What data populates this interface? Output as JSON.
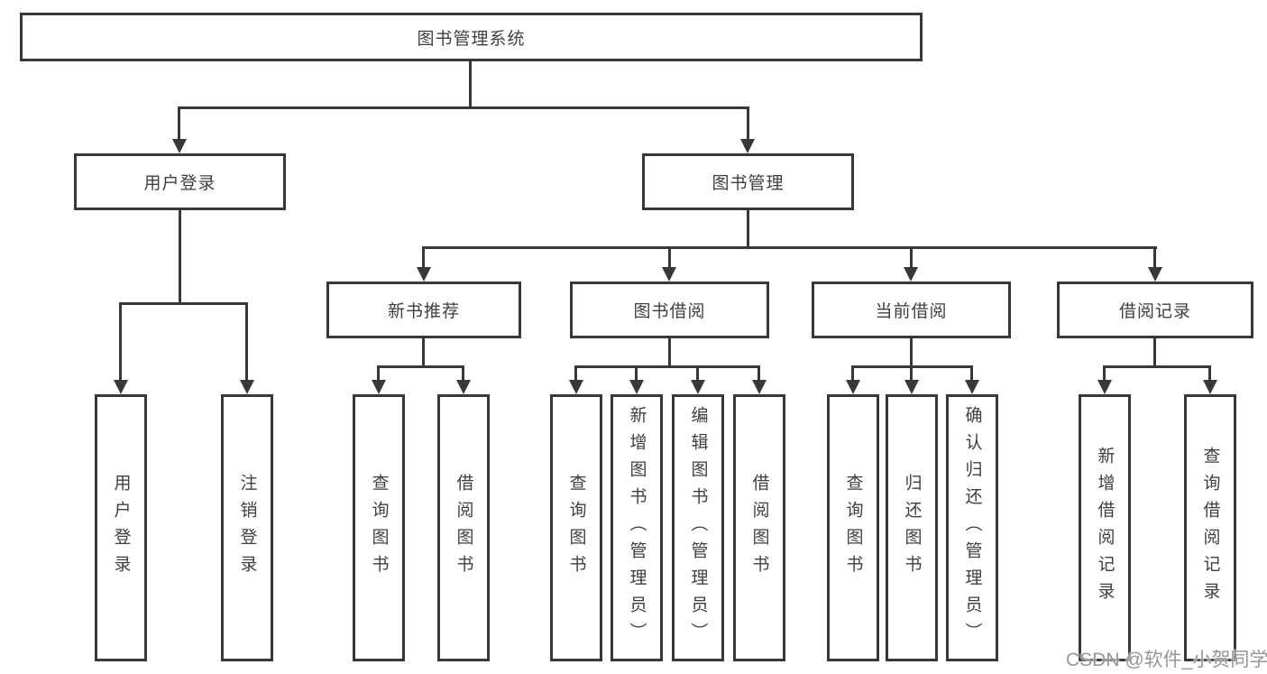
{
  "diagram": {
    "root": {
      "label": "图书管理系统"
    },
    "branches": [
      {
        "label": "用户登录",
        "children": [
          "用户登录",
          "注销登录"
        ]
      },
      {
        "label": "图书管理",
        "sub": [
          {
            "label": "新书推荐",
            "children": [
              "查询图书",
              "借阅图书"
            ]
          },
          {
            "label": "图书借阅",
            "children": [
              "查询图书",
              "新增图书（管理员）",
              "编辑图书（管理员）",
              "借阅图书"
            ]
          },
          {
            "label": "当前借阅",
            "children": [
              "查询图书",
              "归还图书",
              "确认归还（管理员）"
            ]
          },
          {
            "label": "借阅记录",
            "children": [
              "新增借阅记录",
              "查询借阅记录"
            ]
          }
        ]
      }
    ]
  },
  "watermark": {
    "text": "CSDN @软件_小贺同学"
  },
  "colors": {
    "line": "#383838",
    "text": "#3f3f3f",
    "background": "#ffffff",
    "watermark": "#969696"
  }
}
